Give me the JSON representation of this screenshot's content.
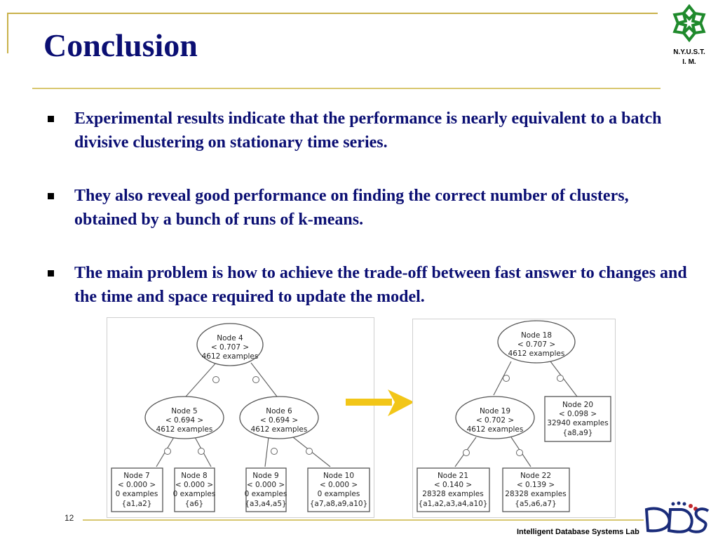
{
  "slide": {
    "title": "Conclusion",
    "page_number": "12",
    "footer": "Intelligent Database Systems Lab"
  },
  "logo": {
    "caption_line1": "N.Y.U.S.T.",
    "caption_line2": "I. M.",
    "icon": "snowflake-logo-icon",
    "color": "#1f8a2c"
  },
  "bullets": [
    "Experimental results indicate that the performance is  nearly equivalent to a batch divisive clustering on stationary time series.",
    "They also reveal good performance on finding the correct number of clusters, obtained by a bunch of runs of k-means.",
    "The main problem is how to achieve the trade-off between fast answer to changes and the time and space required to update the model."
  ],
  "tree_left": {
    "root": {
      "l1": "Node 4",
      "l2": "< 0.707 >",
      "l3": "4612 examples"
    },
    "mid": [
      {
        "l1": "Node 5",
        "l2": "< 0.694 >",
        "l3": "4612 examples"
      },
      {
        "l1": "Node 6",
        "l2": "< 0.694 >",
        "l3": "4612 examples"
      }
    ],
    "leaves": [
      {
        "l1": "Node 7",
        "l2": "< 0.000 >",
        "l3": "0 examples",
        "l4": "{a1,a2}"
      },
      {
        "l1": "Node 8",
        "l2": "< 0.000 >",
        "l3": "0 examples",
        "l4": "{a6}"
      },
      {
        "l1": "Node 9",
        "l2": "< 0.000 >",
        "l3": "0 examples",
        "l4": "{a3,a4,a5}"
      },
      {
        "l1": "Node 10",
        "l2": "< 0.000 >",
        "l3": "0 examples",
        "l4": "{a7,a8,a9,a10}"
      }
    ]
  },
  "tree_right": {
    "root": {
      "l1": "Node 18",
      "l2": "< 0.707 >",
      "l3": "4612 examples"
    },
    "mid": {
      "l1": "Node 19",
      "l2": "< 0.702 >",
      "l3": "4612 examples"
    },
    "side": {
      "l1": "Node 20",
      "l2": "< 0.098 >",
      "l3": "32940 examples",
      "l4": "{a8,a9}"
    },
    "leaves": [
      {
        "l1": "Node 21",
        "l2": "< 0.140 >",
        "l3": "28328 examples",
        "l4": "{a1,a2,a3,a4,a10}"
      },
      {
        "l1": "Node 22",
        "l2": "< 0.139 >",
        "l3": "28328 examples",
        "l4": "{a5,a6,a7}"
      }
    ]
  },
  "arrow": {
    "icon": "right-arrow-icon",
    "color": "#f2c618"
  },
  "colors": {
    "title": "#0b0f73",
    "rule": "#d8c770",
    "frame": "#c9b14a"
  }
}
